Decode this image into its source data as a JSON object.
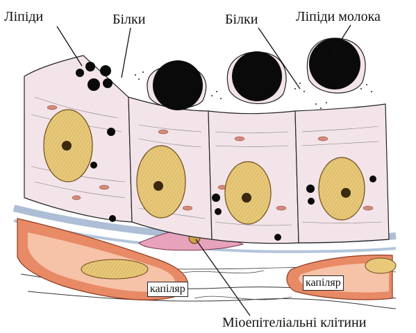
{
  "labels": {
    "lipids": "Ліпіди",
    "proteins_left": "Білки",
    "proteins_right": "Білки",
    "milk_lipids": "Ліпіди молока",
    "capillary_left": "капіляр",
    "capillary_right": "капіляр",
    "myoepithelial": "Міоепітеліальні клітини"
  },
  "colors": {
    "cell_cytoplasm": "#f3e4ea",
    "nucleus": "#e8c97a",
    "lipid_droplet": "#0a0a0a",
    "capillary_wall": "#e88a66",
    "capillary_lumen": "#f6c2a8",
    "basement_band": "#c8d8ec",
    "myoepithelial_cell": "#e6a3bb",
    "outline": "#222222"
  }
}
